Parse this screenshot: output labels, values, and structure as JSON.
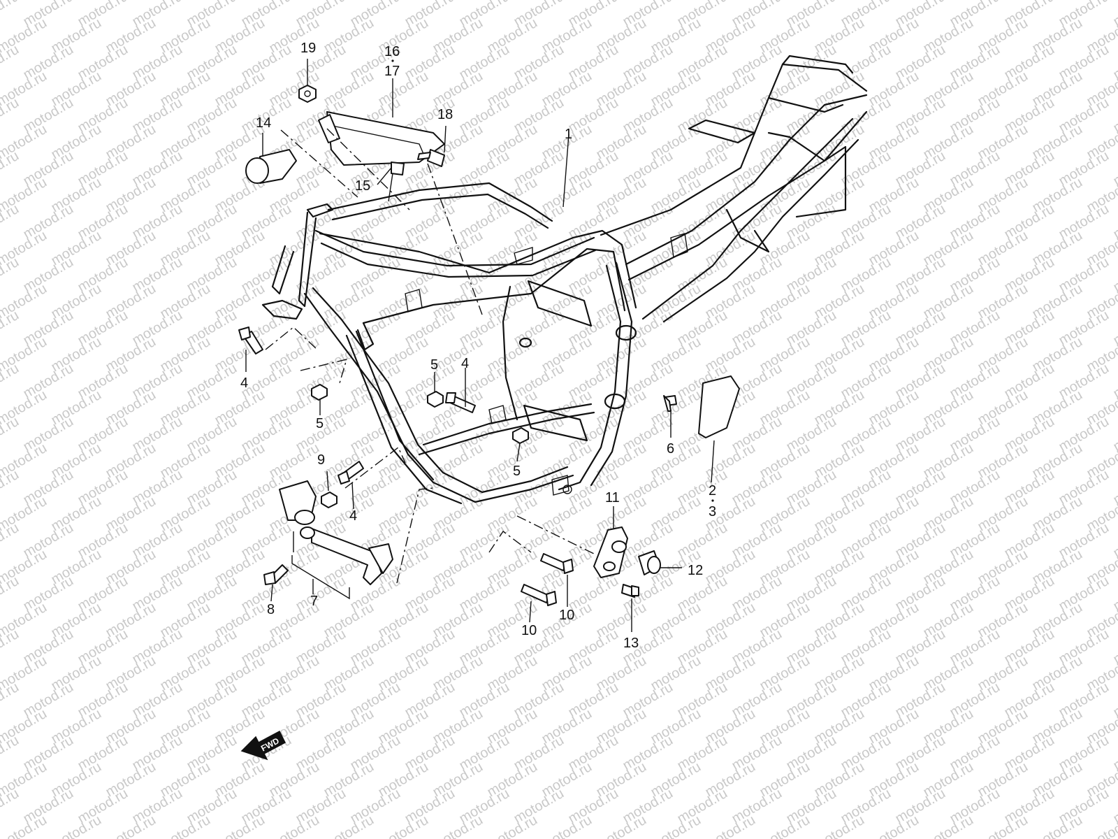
{
  "watermark": {
    "text": "motod.ru"
  },
  "direction_badge": {
    "text": "FWD"
  },
  "callouts": [
    {
      "id": "c19",
      "text": "19"
    },
    {
      "id": "c16",
      "text": "16"
    },
    {
      "id": "c17",
      "text": "17"
    },
    {
      "id": "c14",
      "text": "14"
    },
    {
      "id": "c18",
      "text": "18"
    },
    {
      "id": "c15",
      "text": "15"
    },
    {
      "id": "c1",
      "text": "1"
    },
    {
      "id": "c4a",
      "text": "4"
    },
    {
      "id": "c5a",
      "text": "5"
    },
    {
      "id": "c5b",
      "text": "5"
    },
    {
      "id": "c4b",
      "text": "4"
    },
    {
      "id": "c5c",
      "text": "5"
    },
    {
      "id": "c6",
      "text": "6"
    },
    {
      "id": "c2",
      "text": "2"
    },
    {
      "id": "c3",
      "text": "3"
    },
    {
      "id": "c9",
      "text": "9"
    },
    {
      "id": "c4c",
      "text": "4"
    },
    {
      "id": "c11",
      "text": "11"
    },
    {
      "id": "c12",
      "text": "12"
    },
    {
      "id": "c8",
      "text": "8"
    },
    {
      "id": "c7",
      "text": "7"
    },
    {
      "id": "c10a",
      "text": "10"
    },
    {
      "id": "c10b",
      "text": "10"
    },
    {
      "id": "c13",
      "text": "13"
    }
  ]
}
